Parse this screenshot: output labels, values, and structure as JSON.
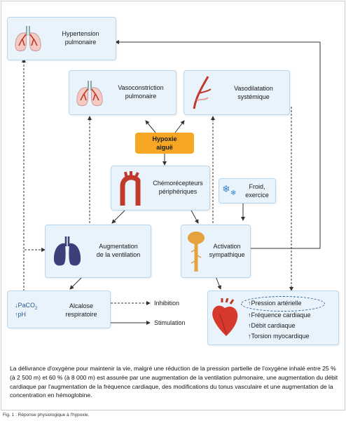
{
  "boxes": {
    "hypertension": "Hypertension\npulmonaire",
    "vasoconstriction": "Vasoconstriction\npulmonaire",
    "vasodilatation": "Vasodilatation\nsystémique",
    "hypoxie": "Hypoxie\naiguë",
    "chemorecepteurs": "Chémorécepteurs\npériphériques",
    "froid": "Froid,\nexercice",
    "augmentation": "Augmentation\nde la ventilation",
    "activation": "Activation\nsympathique",
    "alcalose": "Alcalose\nrespiratoire",
    "paco2": "PaCO",
    "paco2_sub": "2",
    "ph": "pH"
  },
  "legend": {
    "inhibition": "Inhibition",
    "stimulation": "Stimulation"
  },
  "effects": {
    "pression": "Pression artérielle",
    "frequence": "Fréquence cardiaque",
    "debit": "Débit cardiaque",
    "torsion": "Torsion myocardique"
  },
  "caption": "La délivrance d'oxygène pour maintenir la vie, malgré une réduction de la pression partielle de l'oxygène inhalé entre 25 % (à 2 500 m) et 60 % (à 8 000 m) est assurée par une augmentation de la ventilation pulmonaire, une augmentation du débit cardiaque par l'augmentation de la fréquence cardiaque, des modifications du tonus vasculaire et une augmentation de la concentration en hémoglobine.",
  "footnote": "Fig. 1 : Réponse physiologique à l'hypoxie.",
  "colors": {
    "box_fill": "#e9f3fb",
    "box_border": "#b9d6ec",
    "hypoxie": "#f6a623",
    "arrow_up": "#2b5a8a"
  }
}
